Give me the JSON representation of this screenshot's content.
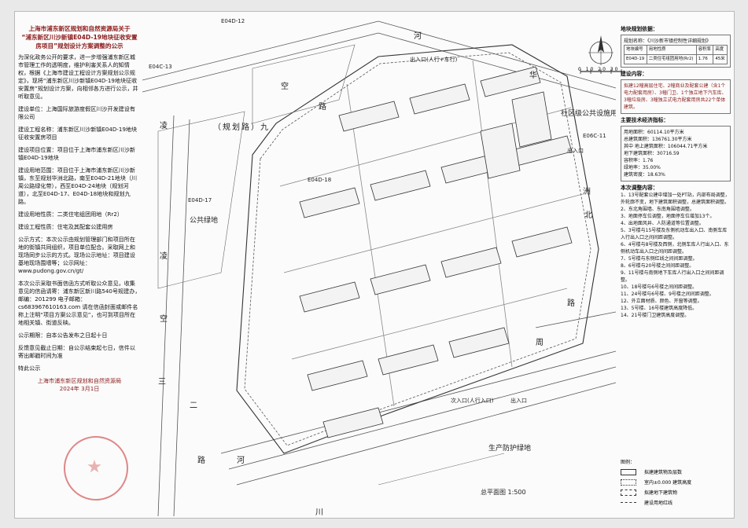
{
  "notice": {
    "title_lines": [
      "上海市浦东新区规划和自然资源局关于",
      "“浦东新区川沙新镇E04D-19地块征收安置",
      "房项目”规划设计方案调整的公示"
    ],
    "intro": "为深化政务公开的要求，进一步增强浦东新区城市管理工作的透明度，维护利害关系人的知情权，根据《上海市建设工程设计方案规划公示规定》，现将“浦东新区川沙新镇E04D-19地块征收安置房”规划设计方案，向相邻各方进行公示，并听取意见。",
    "builder": "建设单位：上海国际旅游度假区川沙开发建设有限公司",
    "project_name": "建设工程名称：浦东新区川沙新镇E04D-19地块征收安置房项目",
    "location": "建设项目位置：项目位于上海市浦东新区川沙新镇E04D-19地块",
    "land_range": "建设用地范围：项目位于上海市浦东新区川沙新镇，东至规划华洲北路，南至E04D-21地块（川周公路绿化带），西至E04D-24地块（规划河道），北至E04D-17、E04D-18地块和规划九路。",
    "land_nature": "建设用地性质：二类住宅组团用地（Rr2）",
    "construction_nature": "建设工程性质：住宅及其配套公建用房",
    "publicity_method": "公示方式：本次公示由规划管理部门和项目所在地的街镇共同组织，项目单位配合。采取网上和现场同步公示的方式。现场公示地址：项目建设基地现场围墙等；公示网址：www.pudong.gov.cn/gt/",
    "feedback": "本次公示采取书面信函方式听取公众意见，收集意见的信函请寄：浦东新区新川路540号规建办，邮编：201299 电子邮箱：cs683967610163.com 请在信函封面或邮件名称上注明“项目方案公示意见”，也可到项目所在地相关镇、街道反映。",
    "period": "公示期限：自本公告发布之日起十日",
    "deadline": "反馈意见截止日期：自公示结束起七日，信件以寄出邮戳时间为准",
    "special": "特此公示",
    "signer": "上海市浦东新区规划和自然资源局",
    "date": "2024年 3月1日"
  },
  "plan": {
    "labels": {
      "e04d12": "E04D-12",
      "e04c13": "E04C-13",
      "e04d18": "E04D-18",
      "e04d17": "E04D-17",
      "e06c11": "E06C-11",
      "road_jiu": "（规划路）九",
      "road_jiu_ch": "路",
      "public_green": "公共绿地",
      "community_facility": "社区级公共设施用地",
      "prod_green": "生产防护绿地",
      "river_he": "河",
      "river_chuan": "川",
      "ling": "凌",
      "kong": "空",
      "road_lu": "路",
      "er": "二",
      "san": "三",
      "zhou": "洲",
      "bei": "北",
      "hua": "华",
      "zhou_road": "周",
      "scale_title": "总平面图 1:500",
      "entry_north": "出入口(人行+车行)",
      "entry_south": "次入口(人行入口)",
      "entry_south2": "出入口",
      "entry_label": "出入口"
    }
  },
  "scale_bar": {
    "ticks": "0  10  20  30"
  },
  "right": {
    "basis_title": "地块规划依据：",
    "basis_name_label": "规划名称：",
    "basis_name": "《川沙新市镇控制性详细规划》",
    "table_head": [
      "地块编号",
      "用地性质",
      "容积率",
      "高度"
    ],
    "table_row": [
      "E04D-19",
      "二类住宅组团用地(Rr2)",
      "1.76",
      "45米"
    ],
    "build_title": "建设内容：",
    "build_text": "拟建12幢高层住宅、2幢商业及配套公建（含1个电力配套用房）、3幢门卫、1个独立地下汽车库、3幢垃圾房、3幢独立式电力配套用房共22个单体建筑。",
    "tech_title": "主要技术经济指标：",
    "tech": [
      "用地面积：60114.10平方米",
      "总建筑面积：136761.30平方米",
      "其中  地上建筑面积：106044.71平方米",
      "地下建筑面积：30716.59",
      "容积率：1.76",
      "绿地率：35.00%",
      "建筑密度：18.63%"
    ],
    "changes_title": "本次调整内容：",
    "changes": [
      "1、13号配套公建中增加一处PT站，内部布局调整，外轮廓不变，地下建筑面积调整，总建筑面积调整。",
      "2、东北角围墙、东南角围墙调整。",
      "3、地面停车位调整，地面停车位增加13个。",
      "4、出地面风井、人防通道等位置调整。",
      "5、3号楼与15号楼及东侧机动车出入口、南侧车库入行出入口之间间距调整。",
      "6、4号楼与8号楼及西侧，北侧车库人行出入口、东侧机动车出入口之间间距调整。",
      "7、5号楼与东侧红线之间间距调整。",
      "8、6号楼与20号楼之间间距调整。",
      "9、11号楼与南侧地下车库人行出入口之间间距调整。",
      "10、18号楼与6号楼之间间距调整。",
      "11、24号楼与6号楼、9号楼之间间距调整。",
      "12、外立面材质、颜色、开窗等调整。",
      "13、5号楼、16号楼建筑高度降低。",
      "14、21号楼门卫建筑高度调整。"
    ]
  },
  "legend": {
    "title": "图例：",
    "items": [
      "拟建建筑物及层数",
      "室内±0.000  建筑高度",
      "拟建地下建筑物",
      "建设用地红线"
    ]
  }
}
